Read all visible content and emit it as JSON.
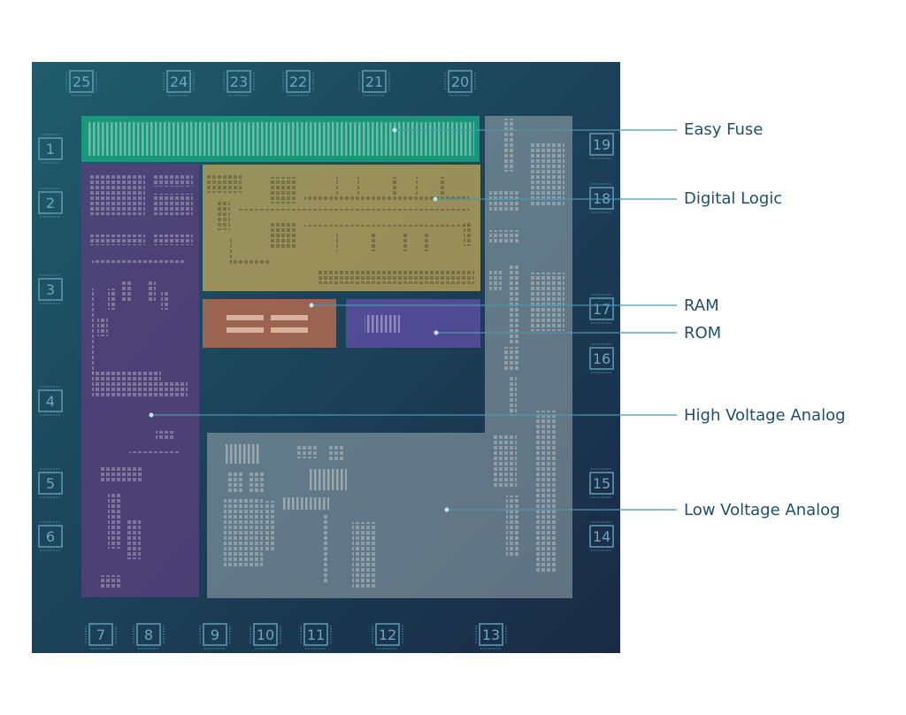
{
  "palette": {
    "die_top": "#1f5a6b",
    "die_bottom": "#1a2e46",
    "pad_stroke": "#5e97ad",
    "pad_text": "#6fa6bd",
    "leader": "#4f93ad",
    "label_text": "#1f4f6a"
  },
  "blocks": [
    {
      "name": "Easy Fuse",
      "color": "#1aa37f"
    },
    {
      "name": "Digital Logic",
      "color": "#b9a35a"
    },
    {
      "name": "RAM",
      "color": "#b06a4f"
    },
    {
      "name": "ROM",
      "color": "#5a4ea0"
    },
    {
      "name": "High Voltage Analog",
      "color": "#5c3f7e"
    },
    {
      "name": "Low Voltage Analog",
      "color": "#8e9ea6"
    }
  ],
  "pads": {
    "top": [
      "25",
      "24",
      "23",
      "22",
      "21",
      "20"
    ],
    "left": [
      "1",
      "2",
      "3",
      "4",
      "5",
      "6"
    ],
    "right": [
      "19",
      "18",
      "17",
      "16",
      "15",
      "14"
    ],
    "bottom": [
      "7",
      "8",
      "9",
      "10",
      "11",
      "12",
      "13"
    ]
  }
}
